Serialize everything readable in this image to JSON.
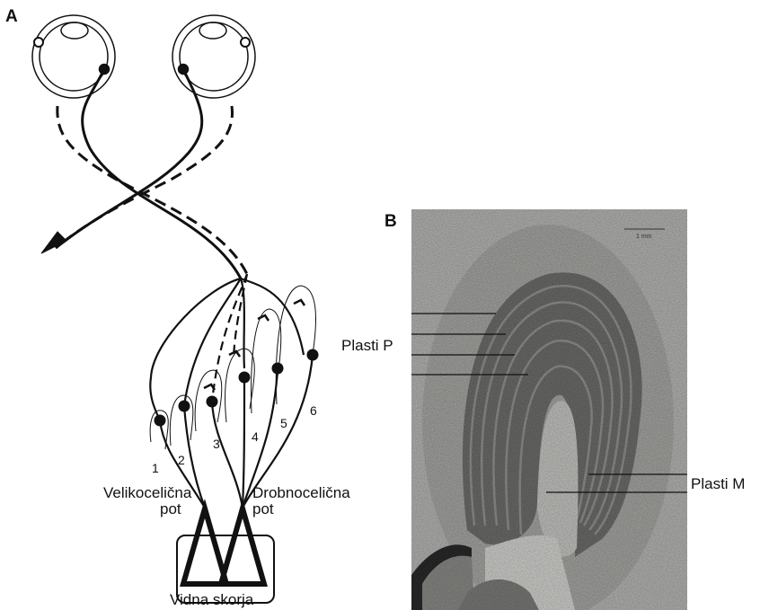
{
  "panel_a": {
    "letter": "A",
    "layers": [
      "1",
      "2",
      "3",
      "4",
      "5",
      "6"
    ],
    "magno_label": [
      "Velikocelična",
      "pot"
    ],
    "parvo_label": [
      "Drobnocelična",
      "pot"
    ],
    "cortex_label": "Vidna skorja"
  },
  "panel_b": {
    "letter": "B",
    "scale_text": "1 mm",
    "p_layers_label": "Plasti P",
    "m_layers_label": "Plasti M"
  }
}
